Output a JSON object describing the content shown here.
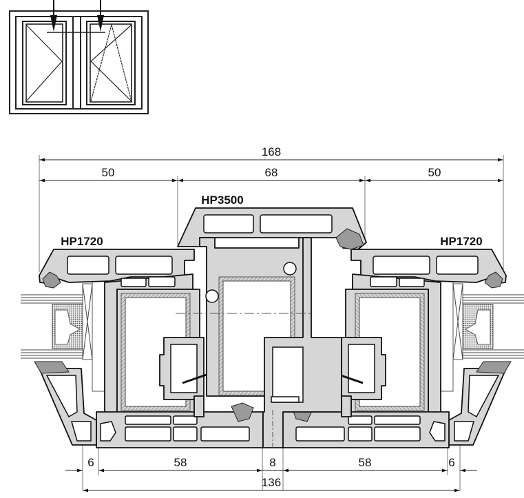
{
  "labels": {
    "mullion_profile": "HP3500",
    "left_frame_profile": "HP1720",
    "right_frame_profile": "HP1720"
  },
  "top_dimensions": {
    "overall": "168",
    "left": "50",
    "center": "68",
    "right": "50"
  },
  "bottom_dimensions": {
    "left_offset": "6",
    "left_sash": "58",
    "gap": "8",
    "right_sash": "58",
    "right_offset": "6",
    "overall": "136"
  },
  "colors": {
    "profile": "#d6d6d6",
    "line": "#111111"
  }
}
